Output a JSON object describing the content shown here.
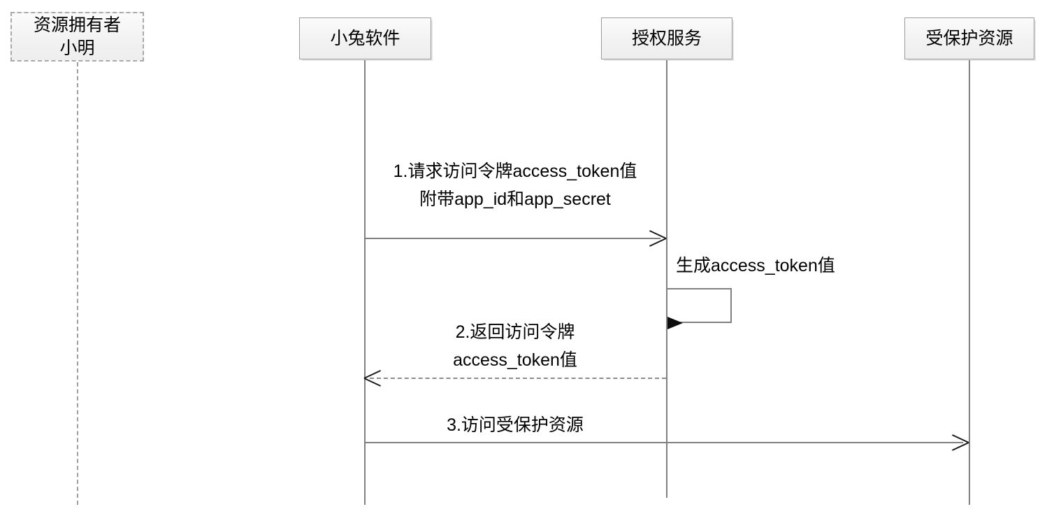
{
  "diagram": {
    "type": "uml-sequence-diagram",
    "background_color": "#ffffff",
    "line_color": "#808080",
    "text_color": "#000000",
    "box_fill_color": "#f2f2f2",
    "box_border_color": "#9a9a9a"
  },
  "participants": [
    {
      "id": "resource-owner",
      "name": "资源拥有者 小明",
      "line1": "资源拥有者",
      "line2": "小明",
      "border_style": "dashed",
      "lifeline_style": "dashed"
    },
    {
      "id": "rabbit-software",
      "name": "小兔软件",
      "line1": "小兔软件",
      "line2": "",
      "border_style": "solid",
      "lifeline_style": "solid"
    },
    {
      "id": "authorization-service",
      "name": "授权服务",
      "line1": "授权服务",
      "line2": "",
      "border_style": "solid",
      "lifeline_style": "solid"
    },
    {
      "id": "protected-resource",
      "name": "受保护资源",
      "line1": "受保护资源",
      "line2": "",
      "border_style": "solid",
      "lifeline_style": "solid"
    }
  ],
  "messages": [
    {
      "index": "1",
      "from": "rabbit-software",
      "to": "authorization-service",
      "direction": "right",
      "line_style": "solid",
      "arrow_style": "open",
      "line1": "1.请求访问令牌access_token值",
      "line2": "附带app_id和app_secret"
    },
    {
      "index": "self",
      "from": "authorization-service",
      "to": "authorization-service",
      "direction": "self",
      "line_style": "solid",
      "arrow_style": "filled",
      "line1": "生成access_token值",
      "line2": ""
    },
    {
      "index": "2",
      "from": "authorization-service",
      "to": "rabbit-software",
      "direction": "left",
      "line_style": "dashed",
      "arrow_style": "open",
      "line1": "2.返回访问令牌",
      "line2": "access_token值"
    },
    {
      "index": "3",
      "from": "rabbit-software",
      "to": "protected-resource",
      "direction": "right",
      "line_style": "solid",
      "arrow_style": "open",
      "line1": "3.访问受保护资源",
      "line2": ""
    }
  ]
}
